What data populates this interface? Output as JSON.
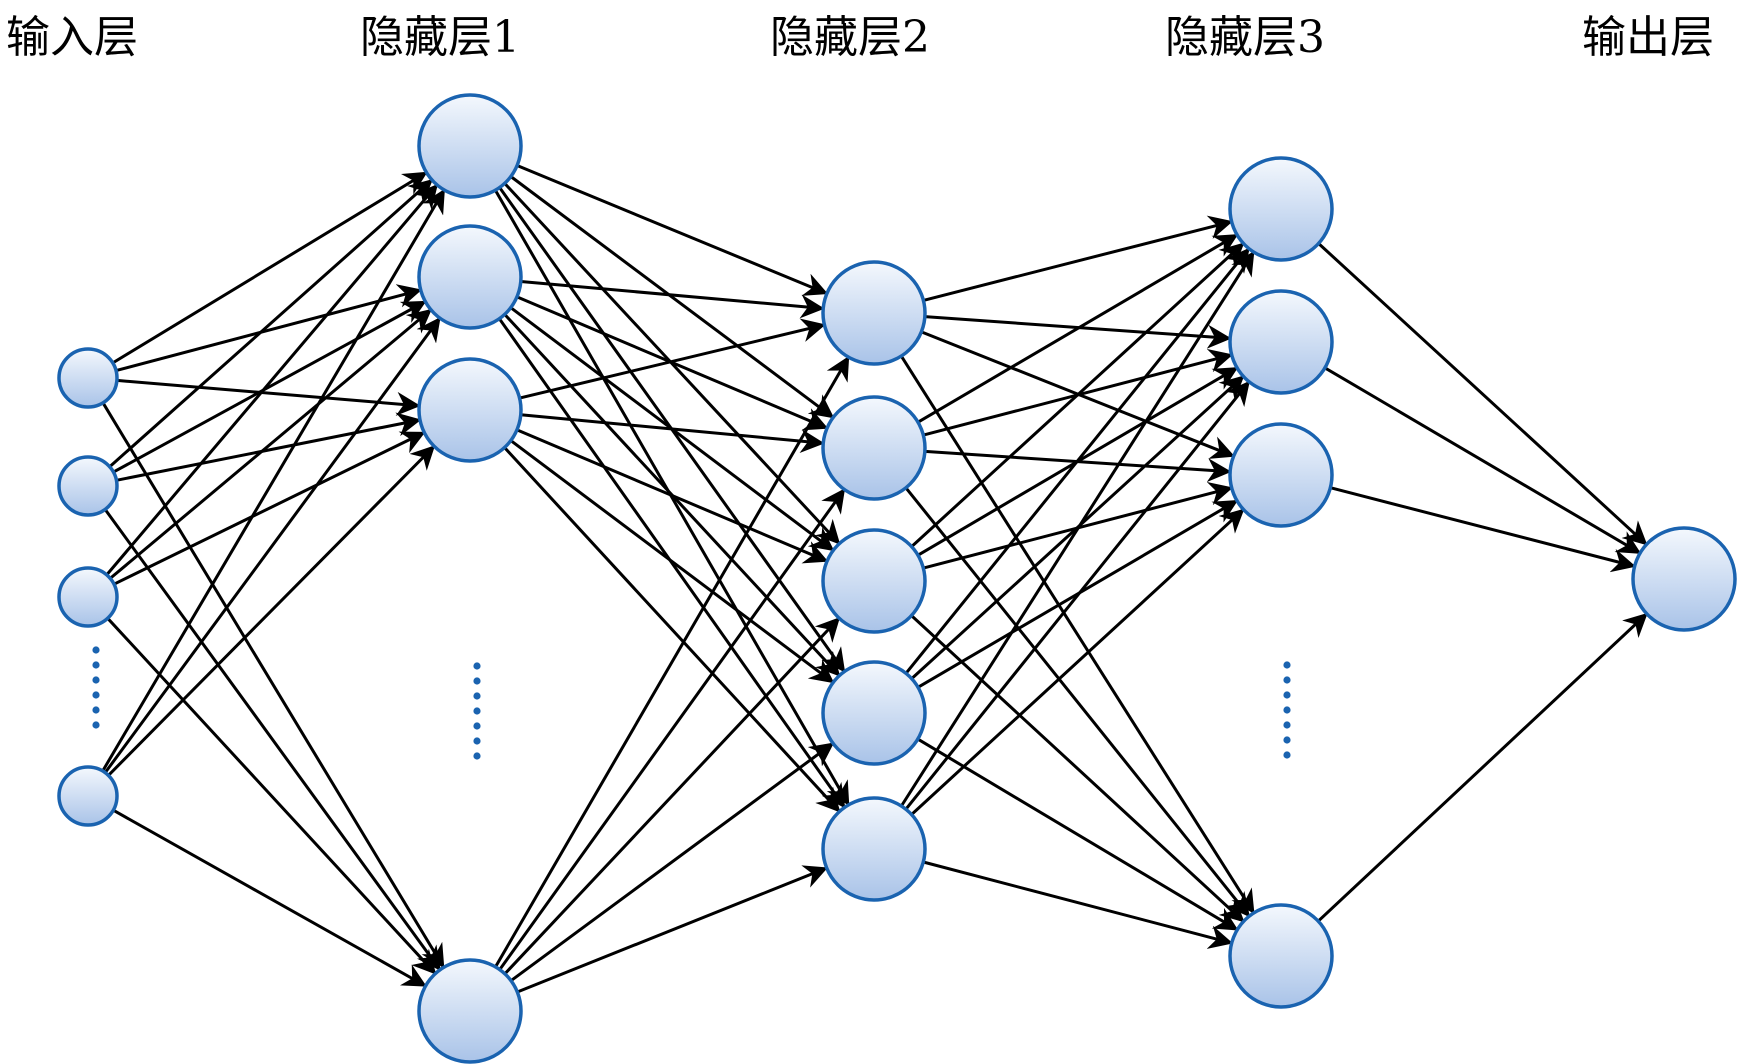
{
  "layers": [
    {
      "id": "input",
      "title": "输入层",
      "node_count": 4,
      "has_ellipsis": true
    },
    {
      "id": "hidden1",
      "title": "隐藏层1",
      "node_count": 4,
      "has_ellipsis": true
    },
    {
      "id": "hidden2",
      "title": "隐藏层2",
      "node_count": 5,
      "has_ellipsis": false
    },
    {
      "id": "hidden3",
      "title": "隐藏层3",
      "node_count": 4,
      "has_ellipsis": true
    },
    {
      "id": "output",
      "title": "输出层",
      "node_count": 1,
      "has_ellipsis": false
    }
  ],
  "connectivity": "fully-connected between adjacent layers, arrows pointing right",
  "colors": {
    "node_stroke": "#1a63b0",
    "node_fill_top": "#f4f8fd",
    "node_fill_bottom": "#a9c3e8",
    "edge": "#000000",
    "ellipsis": "#1a63b0"
  }
}
